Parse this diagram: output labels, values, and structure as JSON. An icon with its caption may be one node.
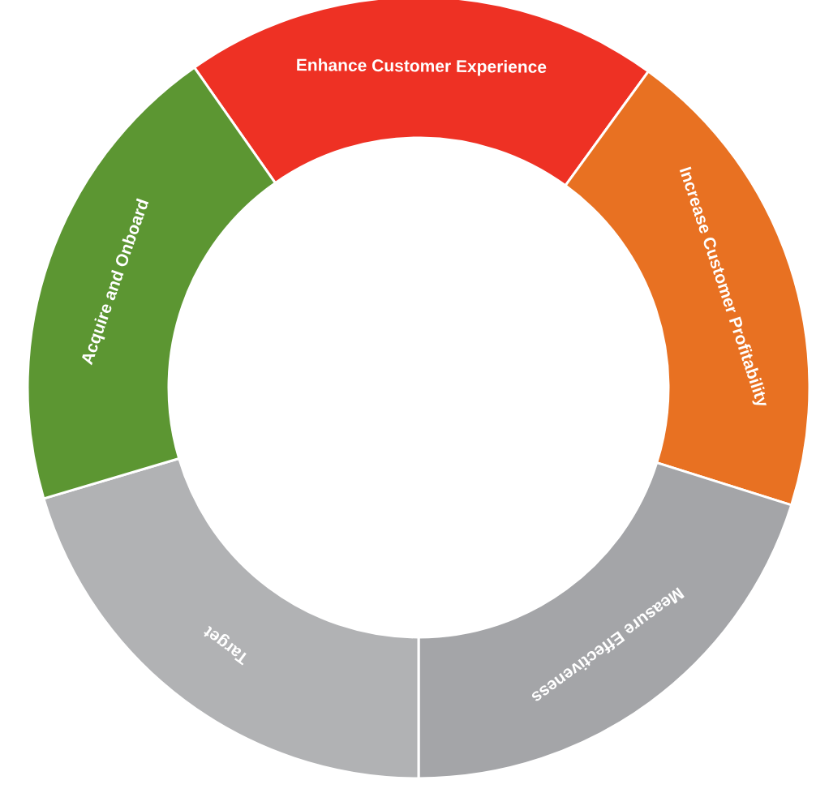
{
  "diagram": {
    "nodes": [
      {
        "text": [
          "Enhance Customer Experience"
        ]
      },
      {
        "text": [
          "Increase Customer Profitability"
        ]
      },
      {
        "text": [
          "Measure Effectiveness"
        ]
      },
      {
        "text": [
          "Target"
        ]
      },
      {
        "text": [
          "Acquire and Onboard"
        ]
      }
    ]
  }
}
